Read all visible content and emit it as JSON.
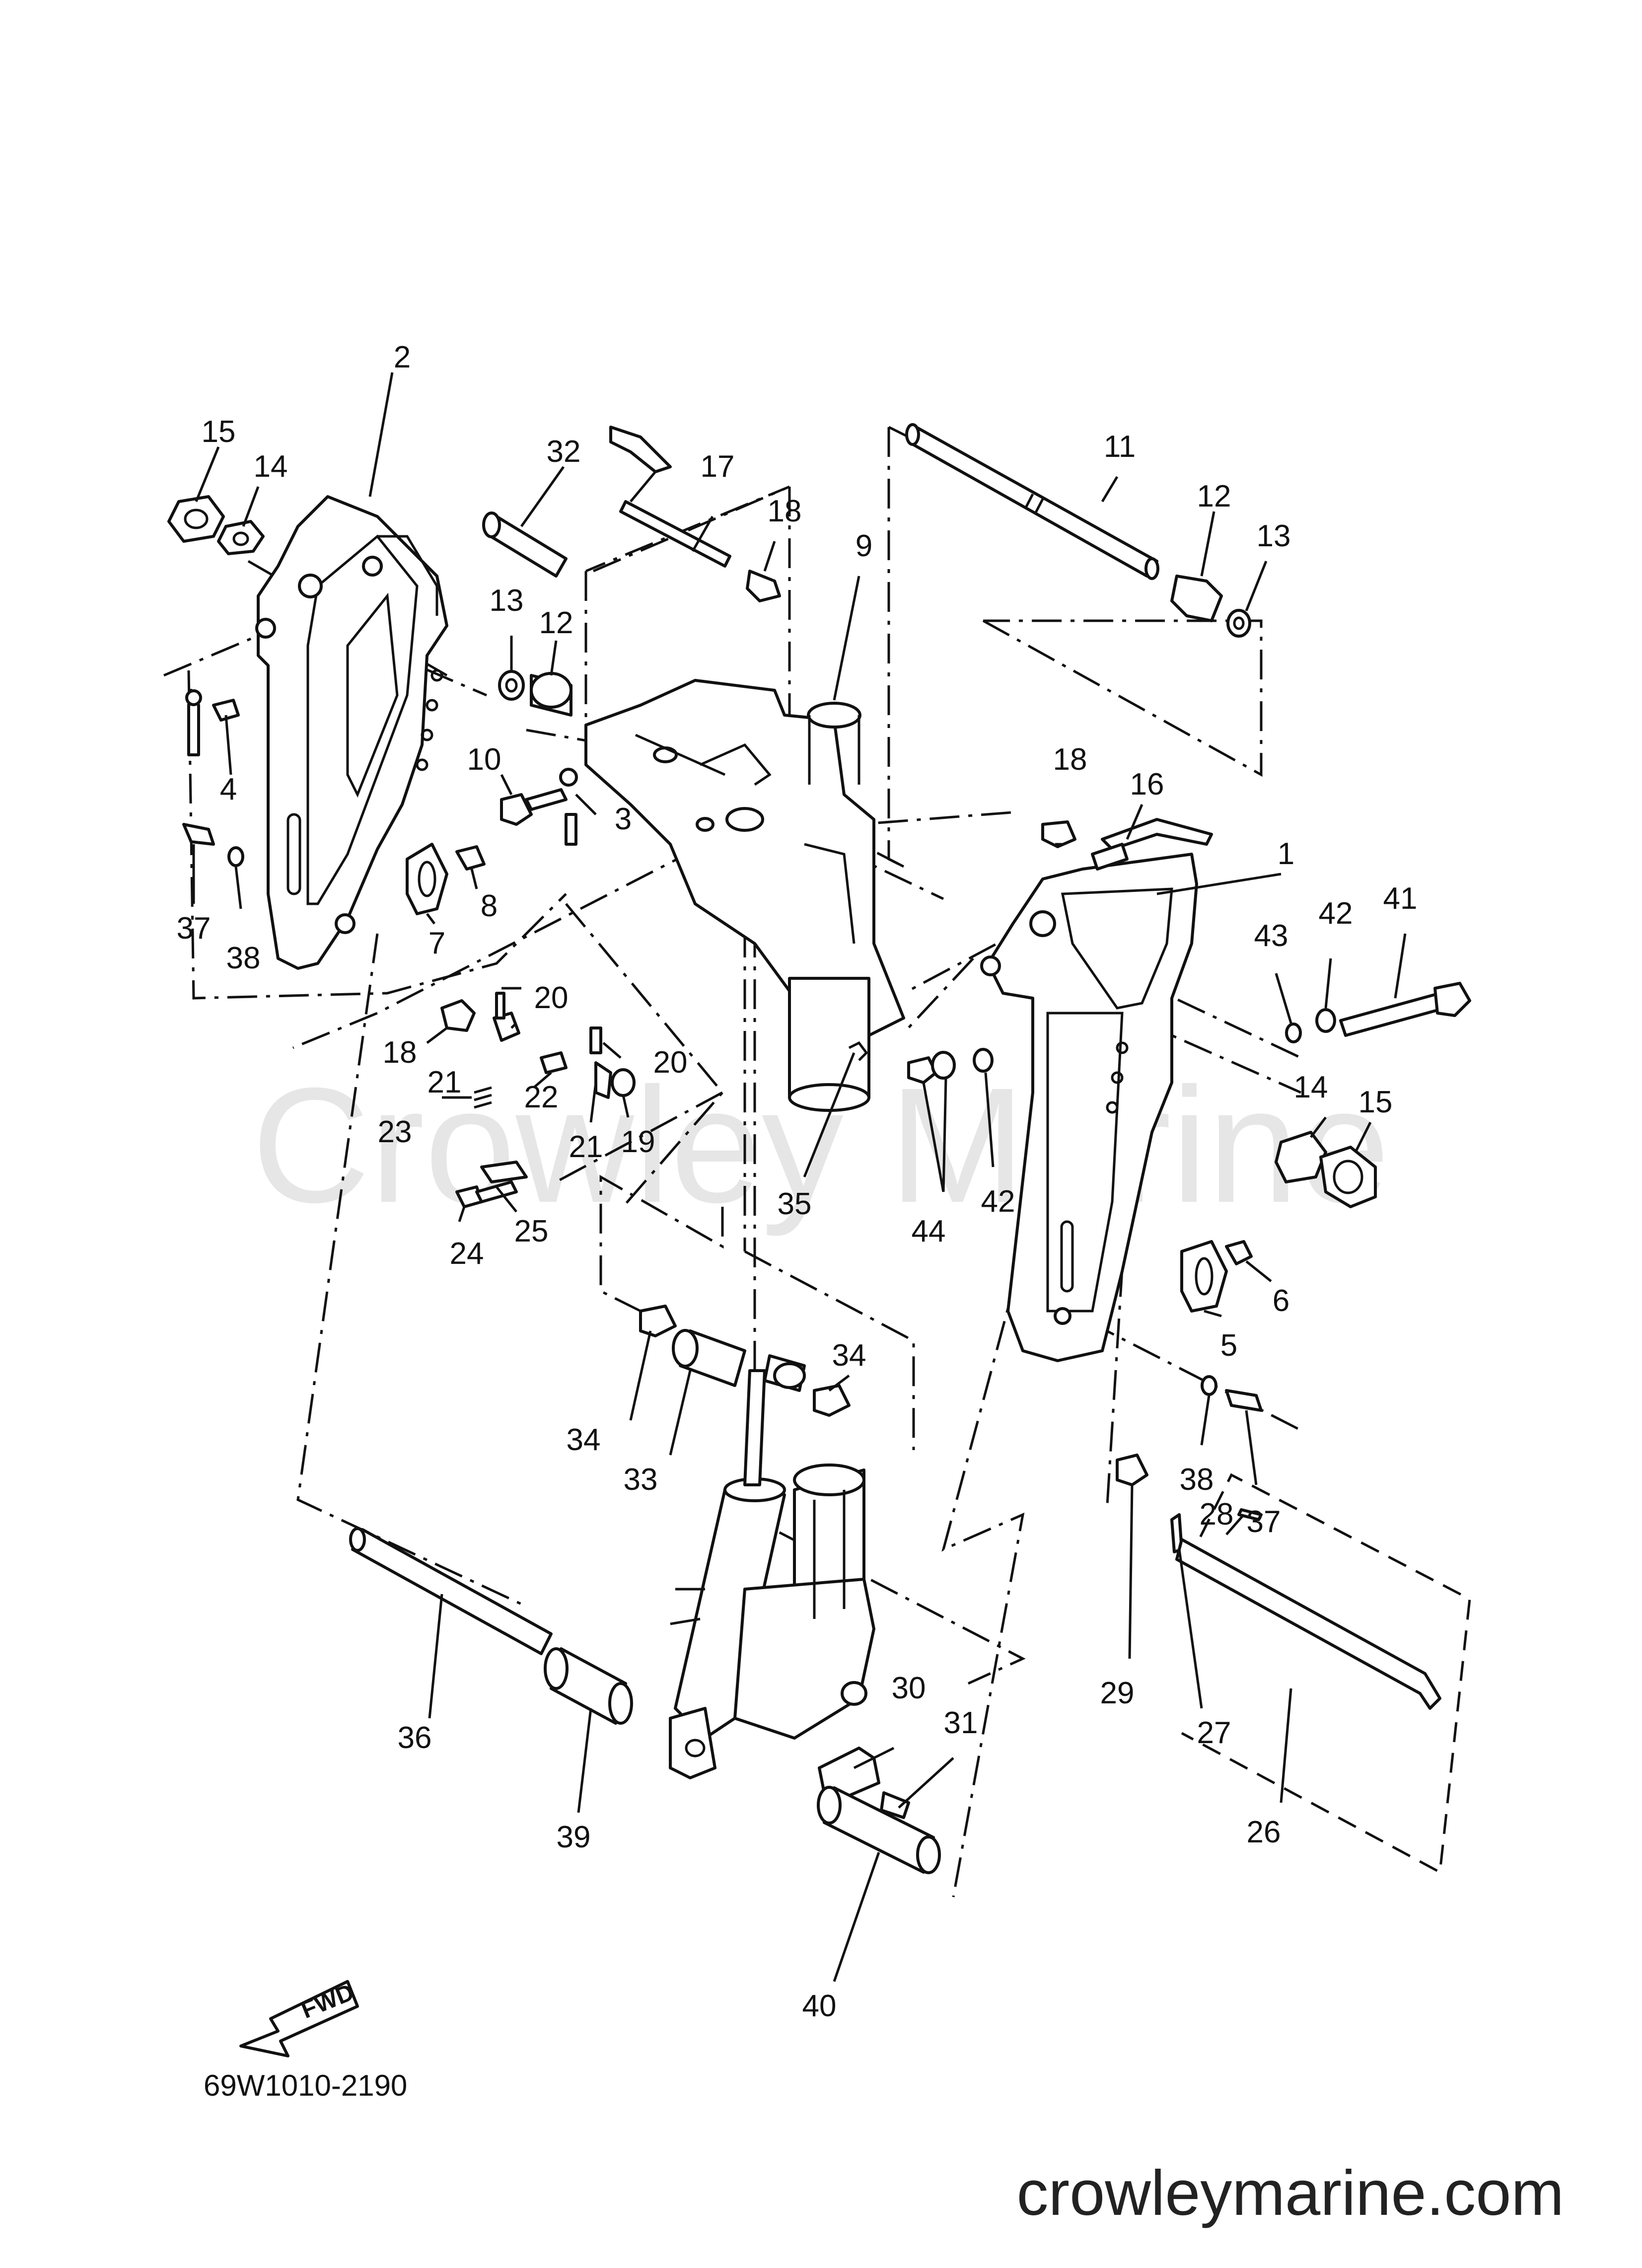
{
  "diagram_code": "69W1010-2190",
  "watermark": "Crowley Marine",
  "website": "crowleymarine.com",
  "fwd_label": "FWD",
  "callouts": [
    {
      "id": "c1",
      "text": "1"
    },
    {
      "id": "c2",
      "text": "2"
    },
    {
      "id": "c3",
      "text": "3"
    },
    {
      "id": "c4",
      "text": "4"
    },
    {
      "id": "c5",
      "text": "5"
    },
    {
      "id": "c6",
      "text": "6"
    },
    {
      "id": "c7",
      "text": "7"
    },
    {
      "id": "c8",
      "text": "8"
    },
    {
      "id": "c9",
      "text": "9"
    },
    {
      "id": "c10",
      "text": "10"
    },
    {
      "id": "c11",
      "text": "11"
    },
    {
      "id": "c12a",
      "text": "12"
    },
    {
      "id": "c12b",
      "text": "12"
    },
    {
      "id": "c13a",
      "text": "13"
    },
    {
      "id": "c13b",
      "text": "13"
    },
    {
      "id": "c14a",
      "text": "14"
    },
    {
      "id": "c14b",
      "text": "14"
    },
    {
      "id": "c15a",
      "text": "15"
    },
    {
      "id": "c15b",
      "text": "15"
    },
    {
      "id": "c16",
      "text": "16"
    },
    {
      "id": "c17",
      "text": "17"
    },
    {
      "id": "c18a",
      "text": "18"
    },
    {
      "id": "c18b",
      "text": "18"
    },
    {
      "id": "c18c",
      "text": "18"
    },
    {
      "id": "c19",
      "text": "19"
    },
    {
      "id": "c20a",
      "text": "20"
    },
    {
      "id": "c20b",
      "text": "20"
    },
    {
      "id": "c21a",
      "text": "21"
    },
    {
      "id": "c21b",
      "text": "21"
    },
    {
      "id": "c22",
      "text": "22"
    },
    {
      "id": "c23",
      "text": "23"
    },
    {
      "id": "c24",
      "text": "24"
    },
    {
      "id": "c25",
      "text": "25"
    },
    {
      "id": "c26",
      "text": "26"
    },
    {
      "id": "c27",
      "text": "27"
    },
    {
      "id": "c28",
      "text": "28"
    },
    {
      "id": "c29",
      "text": "29"
    },
    {
      "id": "c30",
      "text": "30"
    },
    {
      "id": "c31",
      "text": "31"
    },
    {
      "id": "c32",
      "text": "32"
    },
    {
      "id": "c33",
      "text": "33"
    },
    {
      "id": "c34a",
      "text": "34"
    },
    {
      "id": "c34b",
      "text": "34"
    },
    {
      "id": "c35",
      "text": "35"
    },
    {
      "id": "c36",
      "text": "36"
    },
    {
      "id": "c37a",
      "text": "37"
    },
    {
      "id": "c37b",
      "text": "37"
    },
    {
      "id": "c38a",
      "text": "38"
    },
    {
      "id": "c38b",
      "text": "38"
    },
    {
      "id": "c39",
      "text": "39"
    },
    {
      "id": "c40",
      "text": "40"
    },
    {
      "id": "c41",
      "text": "41"
    },
    {
      "id": "c42a",
      "text": "42"
    },
    {
      "id": "c42b",
      "text": "42"
    },
    {
      "id": "c43",
      "text": "43"
    },
    {
      "id": "c44",
      "text": "44"
    }
  ]
}
